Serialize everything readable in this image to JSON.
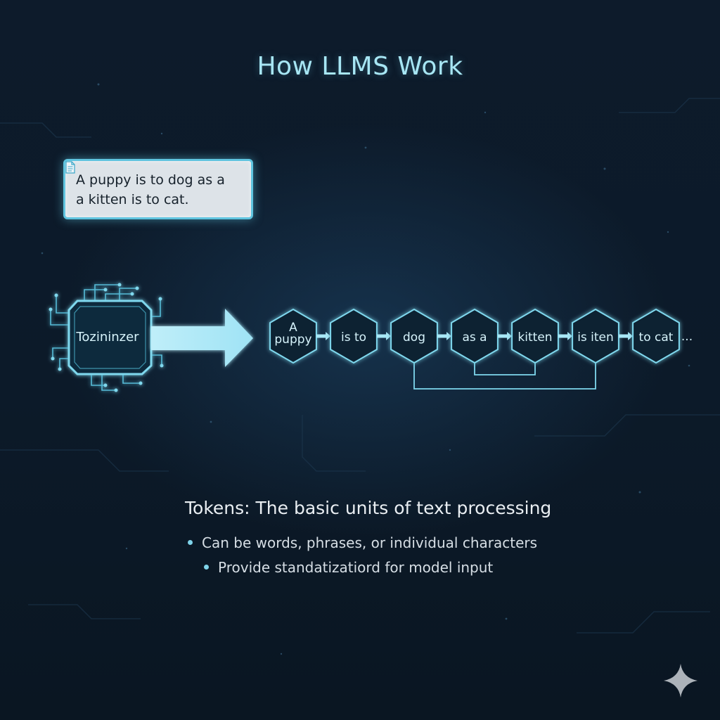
{
  "title": "How LLMS Work",
  "input_text": "A puppy is to dog as a a kitten is to cat.",
  "tokenizer_label": "Tozininzer",
  "tokens": [
    {
      "lines": [
        "A",
        "puppy"
      ]
    },
    {
      "lines": [
        "is to"
      ]
    },
    {
      "lines": [
        "dog"
      ]
    },
    {
      "lines": [
        "as a"
      ]
    },
    {
      "lines": [
        "kitten"
      ]
    },
    {
      "lines": [
        "is iten"
      ]
    },
    {
      "lines": [
        "to cat"
      ]
    }
  ],
  "trailing_ellipsis": "...",
  "connections": [
    {
      "from": 2,
      "to": 5
    },
    {
      "from": 3,
      "to": 4
    }
  ],
  "caption": "Tokens: The basic units of text processing",
  "bullets": [
    "Can be words, phrases, or individual characters",
    "Provide standatizatiord for model input"
  ],
  "colors": {
    "background": "#0c1a29",
    "accent": "#7fd8ee",
    "title": "#a7e6f4",
    "input_box": "#dde3e8"
  }
}
